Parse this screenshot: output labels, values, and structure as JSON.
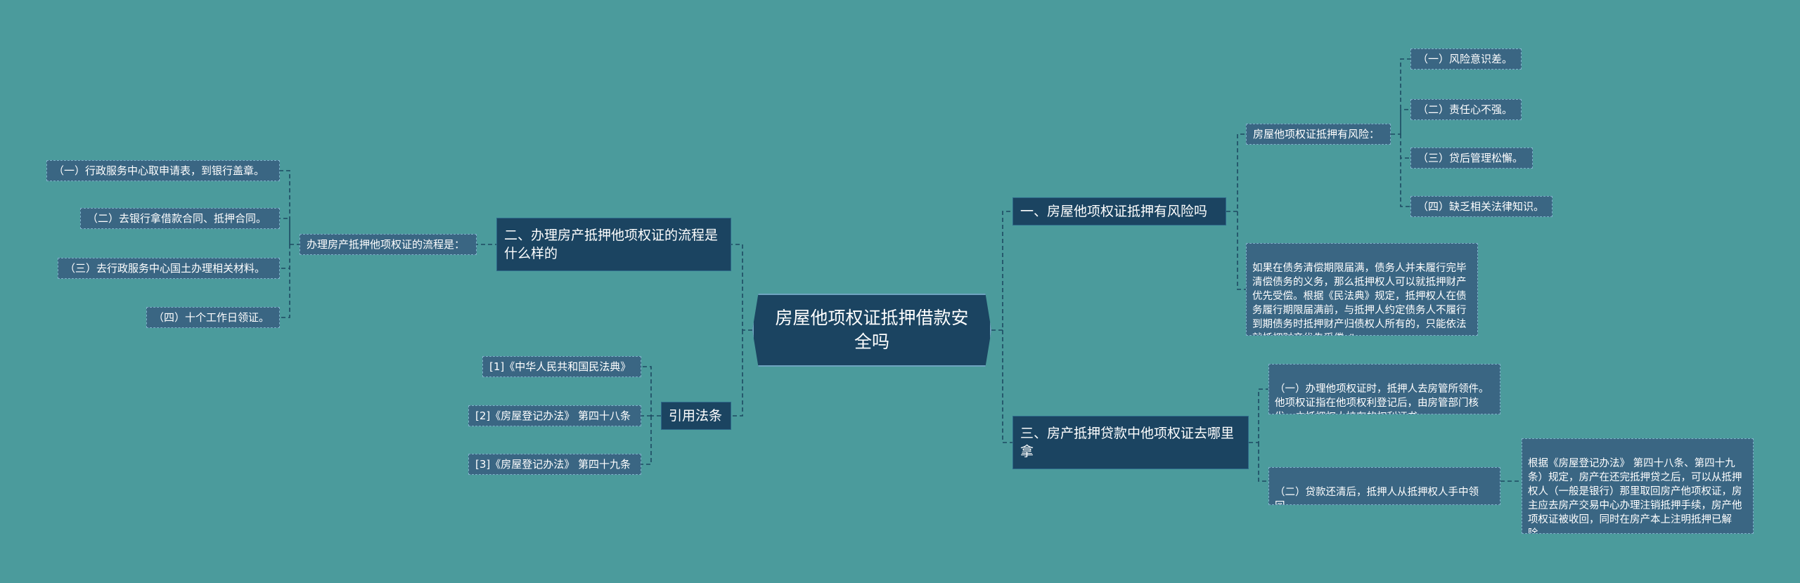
{
  "root": {
    "title": "房屋他项权证抵押借款安全吗"
  },
  "left": {
    "process": {
      "title": "二、办理房产抵押他项权证的流程是什么样的",
      "label": "办理房产抵押他项权证的流程是：",
      "steps": [
        "（一）行政服务中心取申请表，到银行盖章。",
        "（二）去银行拿借款合同、抵押合同。",
        "（三）去行政服务中心国土办理相关材料。",
        "（四）十个工作日领证。"
      ]
    },
    "laws": {
      "title": "引用法条",
      "items": [
        "[1]《中华人民共和国民法典》",
        "[2]《房屋登记办法》 第四十八条",
        "[3]《房屋登记办法》 第四十九条"
      ]
    }
  },
  "right": {
    "risk": {
      "title": "一、房屋他项权证抵押有风险吗",
      "label": "房屋他项权证抵押有风险：",
      "items": [
        "（一）风险意识差。",
        "（二）责任心不强。",
        "（三）贷后管理松懈。",
        "（四）缺乏相关法律知识。"
      ],
      "note": "如果在债务清偿期限届满，债务人并未履行完毕清偿债务的义务，那么抵押权人可以就抵押财产优先受偿。根据《民法典》规定，抵押权人在债务履行期限届满前，与抵押人约定债务人不履行到期债务时抵押财产归债权人所有的，只能依法就抵押财产优先受偿。”"
    },
    "where": {
      "title": "三、房产抵押贷款中他项权证去哪里拿",
      "items": [
        "（一）办理他项权证时，抵押人去房管所领件。他项权证指在他项权利登记后，由房管部门核发、由抵押权人持有的权利证书。",
        "（二）贷款还清后，抵押人从抵押权人手中领回。"
      ],
      "note": "根据《房屋登记办法》 第四十八条、第四十九条）规定，房产在还完抵押贷之后，可以从抵押权人（一般是银行）那里取回房产他项权证，房主应去房产交易中心办理注销抵押手续，房产他项权证被收回，同时在房产本上注明抵押已解除。"
    }
  },
  "colors": {
    "background": "#4b9b9c",
    "main_node": "#1b4461",
    "sub_node": "#3a6683",
    "line": "#1d4a62"
  }
}
